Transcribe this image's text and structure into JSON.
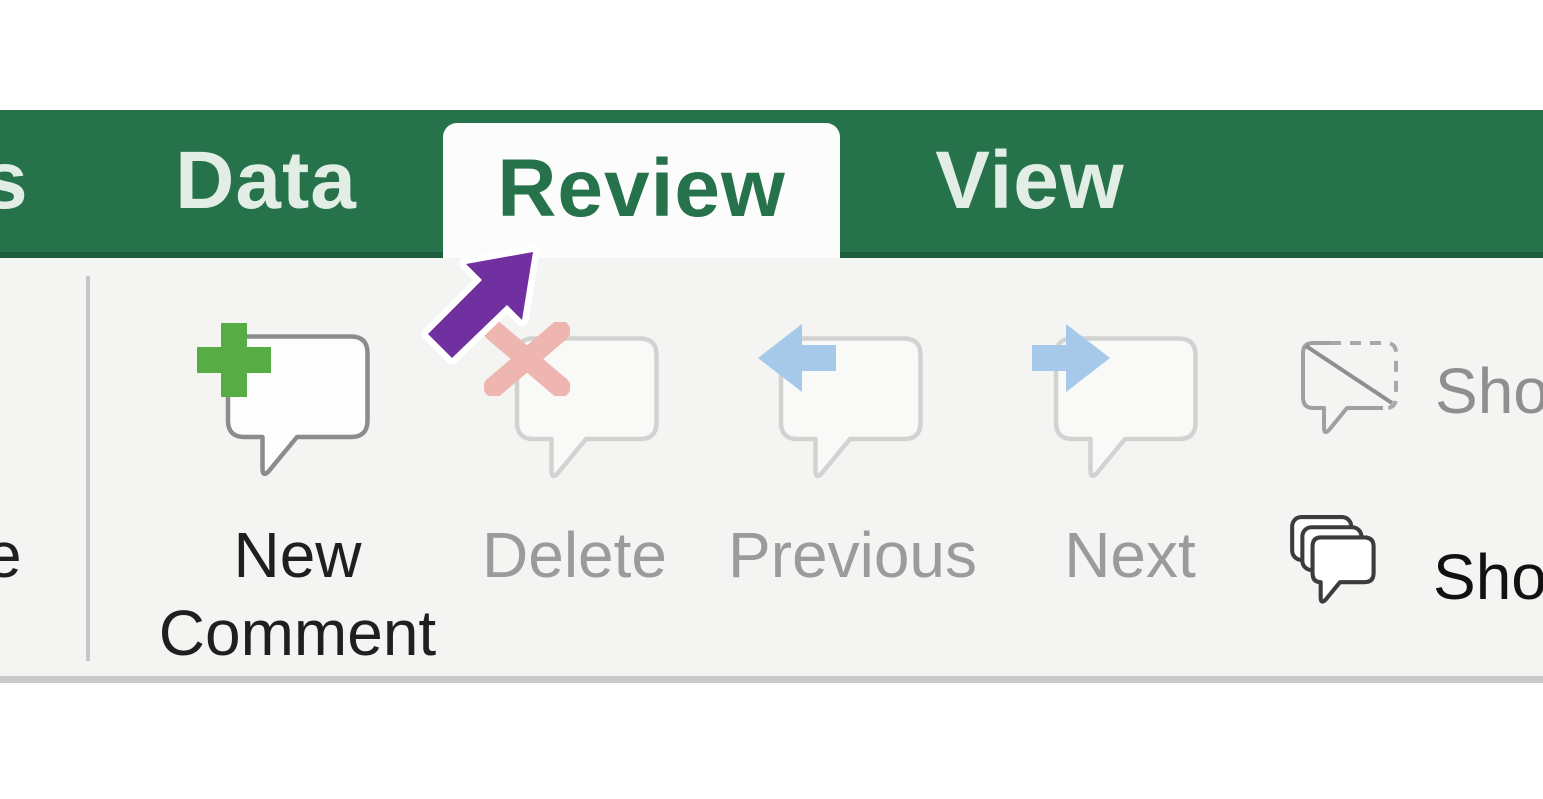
{
  "tab_bar": {
    "partial_tab_text": "s",
    "tabs": [
      {
        "label": "Data",
        "selected": false
      },
      {
        "label": "Review",
        "selected": true
      },
      {
        "label": "View",
        "selected": false
      }
    ]
  },
  "ribbon": {
    "partial_label_text": "e",
    "buttons": [
      {
        "label": "New Comment",
        "icon": "new-comment-icon",
        "enabled": true
      },
      {
        "label": "Delete",
        "icon": "delete-comment-icon",
        "enabled": false
      },
      {
        "label": "Previous",
        "icon": "previous-comment-icon",
        "enabled": false
      },
      {
        "label": "Next",
        "icon": "next-comment-icon",
        "enabled": false
      },
      {
        "label": "Sho",
        "icon": "show-hide-comment-icon",
        "enabled": false,
        "truncated": true
      },
      {
        "label": "Sho",
        "icon": "show-comments-icon",
        "enabled": true,
        "truncated": true
      }
    ]
  },
  "annotation": {
    "shape": "arrow",
    "color": "#7030a0",
    "outline": "#ffffff",
    "points_to": "Review tab"
  },
  "colors": {
    "ribbon_green": "#26734b",
    "ribbon_green_dark": "#1e5e3c",
    "selected_tab_bg": "#fcfcfc",
    "tab_text_light": "#e2ede6",
    "tab_text_green": "#26734b",
    "ribbon_bg": "#f4f4f2",
    "label_dark": "#1f1f1f",
    "label_disabled": "#9b9b9b",
    "plus_green": "#57ac45",
    "delete_pink": "#efb5b1",
    "nav_blue": "#a6c9ea"
  }
}
